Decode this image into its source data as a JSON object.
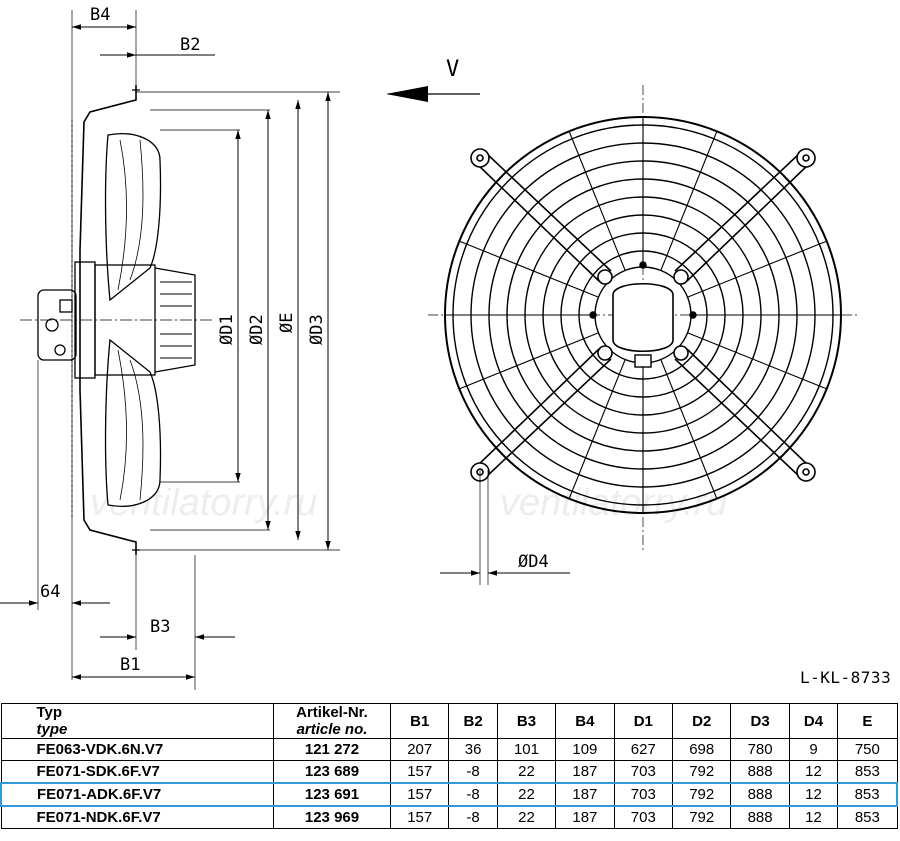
{
  "drawing": {
    "view_label": "V",
    "dims": {
      "b4": "B4",
      "b2": "B2",
      "b3": "B3",
      "b1": "B1",
      "d1": "ØD1",
      "d2": "ØD2",
      "e": "ØE",
      "d3": "ØD3",
      "d4": "ØD4",
      "offset": "64"
    },
    "reference": "L-KL-8733",
    "watermark": "ventilatorry.ru"
  },
  "table": {
    "headers": {
      "typ": "Typ",
      "typ_en": "type",
      "art": "Artikel-Nr.",
      "art_en": "article no.",
      "b1": "B1",
      "b2": "B2",
      "b3": "B3",
      "b4": "B4",
      "d1": "D1",
      "d2": "D2",
      "d3": "D3",
      "d4": "D4",
      "e": "E"
    },
    "rows": [
      {
        "typ": "FE063-VDK.6N.V7",
        "art": "121 272",
        "b1": "207",
        "b2": "36",
        "b3": "101",
        "b4": "109",
        "d1": "627",
        "d2": "698",
        "d3": "780",
        "d4": "9",
        "e": "750"
      },
      {
        "typ": "FE071-SDK.6F.V7",
        "art": "123 689",
        "b1": "157",
        "b2": "-8",
        "b3": "22",
        "b4": "187",
        "d1": "703",
        "d2": "792",
        "d3": "888",
        "d4": "12",
        "e": "853"
      },
      {
        "typ": "FE071-ADK.6F.V7",
        "art": "123 691",
        "b1": "157",
        "b2": "-8",
        "b3": "22",
        "b4": "187",
        "d1": "703",
        "d2": "792",
        "d3": "888",
        "d4": "12",
        "e": "853"
      },
      {
        "typ": "FE071-NDK.6F.V7",
        "art": "123 969",
        "b1": "157",
        "b2": "-8",
        "b3": "22",
        "b4": "187",
        "d1": "703",
        "d2": "792",
        "d3": "888",
        "d4": "12",
        "e": "853"
      }
    ],
    "highlight_color": "#3399dd"
  }
}
